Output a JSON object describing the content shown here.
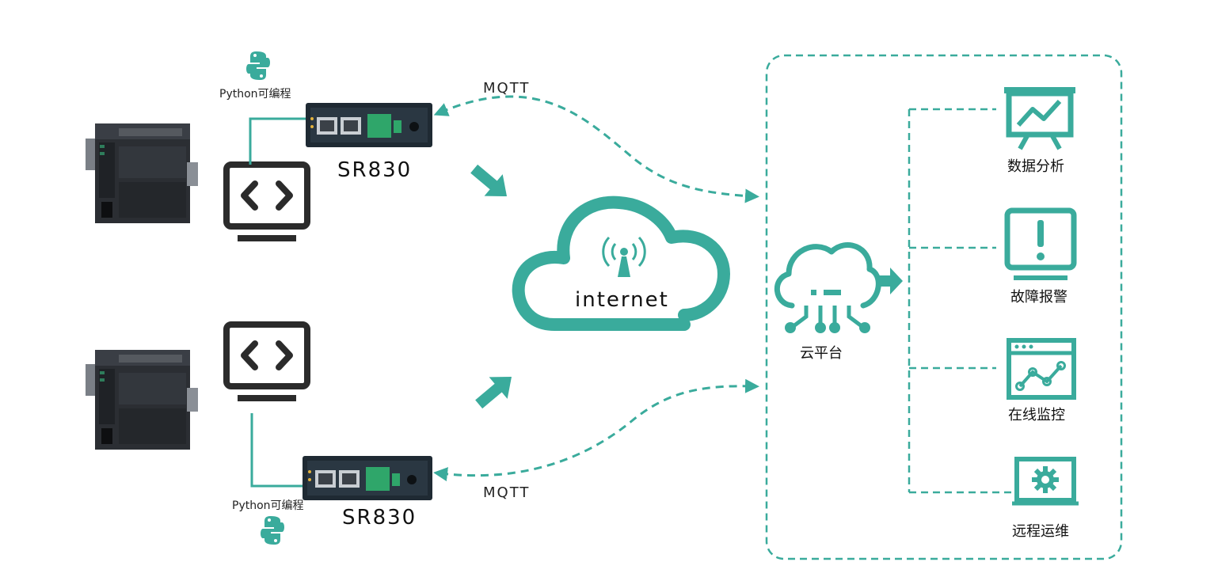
{
  "colors": {
    "accent": "#3aab9c",
    "plc_dark": "#2b2e33",
    "router_dark": "#1f2a33",
    "monitor_dark": "#2b2b2b"
  },
  "top_branch": {
    "python_label": "Python可编程",
    "router_model": "SR830",
    "protocol": "MQTT"
  },
  "bottom_branch": {
    "python_label": "Python可编程",
    "router_model": "SR830",
    "protocol": "MQTT"
  },
  "internet": {
    "label": "internet",
    "icon": "antenna-signal-icon"
  },
  "cloud_platform": {
    "label": "云平台",
    "icon": "cloud-circuit-icon"
  },
  "functions": [
    {
      "label": "数据分析",
      "icon": "presentation-chart-icon"
    },
    {
      "label": "故障报警",
      "icon": "alert-monitor-icon"
    },
    {
      "label": "在线监控",
      "icon": "browser-line-chart-icon"
    },
    {
      "label": "远程运维",
      "icon": "gear-monitor-icon"
    }
  ]
}
